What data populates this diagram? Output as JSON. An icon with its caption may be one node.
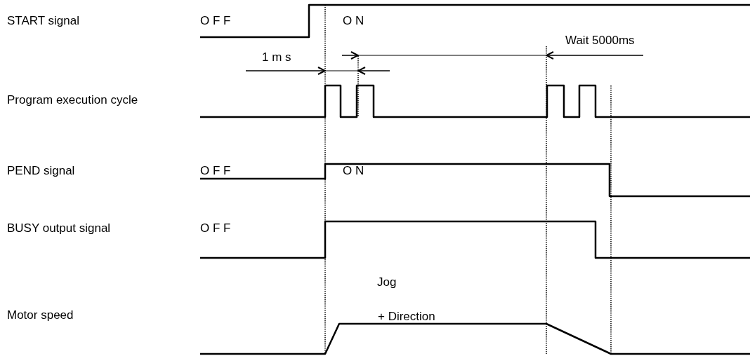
{
  "diagram": {
    "labels": [
      "START signal",
      "O F F",
      "O N",
      "Wait 5000ms",
      "1 m s",
      "Program execution cycle",
      "PEND signal",
      "O F F",
      "O N",
      "BUSY output signal",
      "O F F",
      "Jog",
      "Motor speed",
      "+ Direction"
    ]
  }
}
